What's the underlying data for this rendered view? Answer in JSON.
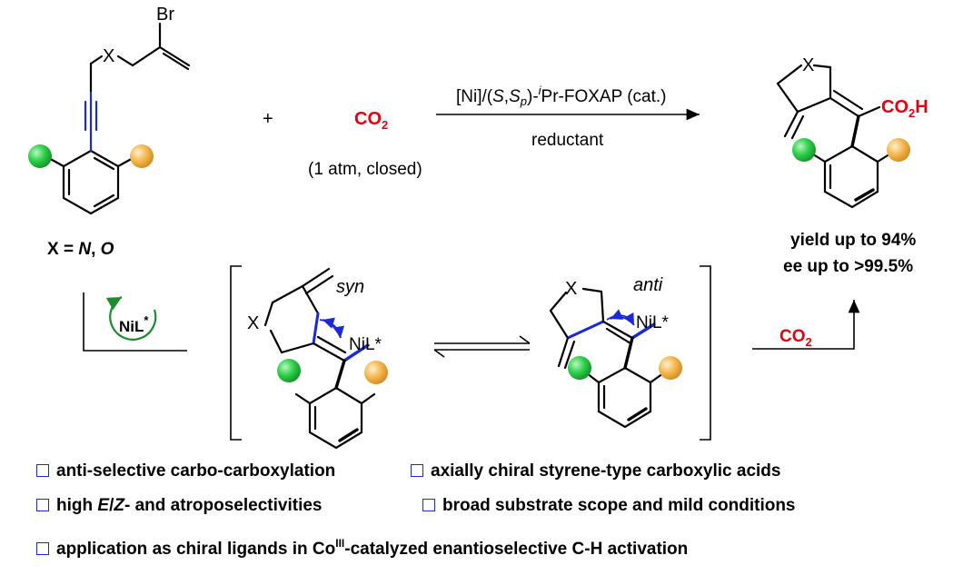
{
  "substrate": {
    "br": "Br",
    "x": "X",
    "label_prefix": "X = ",
    "label_n": "N",
    "label_sep": ", ",
    "label_o": "O"
  },
  "reagent": {
    "plus": "+",
    "co2": "CO",
    "co2_sub": "2",
    "conditions": "(1 atm, closed)"
  },
  "arrow": {
    "cat_1": "[Ni]/(",
    "cat_s": "S",
    "cat_comma": ",",
    "cat_sp": "S",
    "cat_p": "p",
    "cat_2": ")-",
    "cat_i": "i",
    "cat_3": "Pr-FOXAP (cat.)",
    "below": "reductant"
  },
  "product": {
    "x": "X",
    "acid": "CO",
    "acid_sub": "2",
    "acid_h": "H",
    "yield": "yield up to 94%",
    "ee": "ee up to >99.5%"
  },
  "cycle": {
    "nil": "NiL",
    "star": "*"
  },
  "intermediates": {
    "syn": "syn",
    "anti": "anti",
    "nil": "NiL*",
    "x": "X"
  },
  "step": {
    "co2": "CO",
    "co2_sub": "2"
  },
  "bullets": {
    "b1": "anti-selective carbo-carboxylation",
    "b2": "axially chiral styrene-type carboxylic acids",
    "b3_pre": "high ",
    "b3_e": "E",
    "b3_slash": "/",
    "b3_z": "Z",
    "b3_post": "- and atroposelectivities",
    "b4": "broad substrate scope and mild conditions",
    "b5_pre": "application as chiral ligands in Co",
    "b5_sup": "III",
    "b5_post": "-catalyzed enantioselective C-H activation"
  },
  "colors": {
    "red": "#e8000e",
    "blue": "#1a2ad6",
    "green": "#2fd04a",
    "orange": "#f5b850",
    "cycle_green": "#1e8c2e"
  }
}
